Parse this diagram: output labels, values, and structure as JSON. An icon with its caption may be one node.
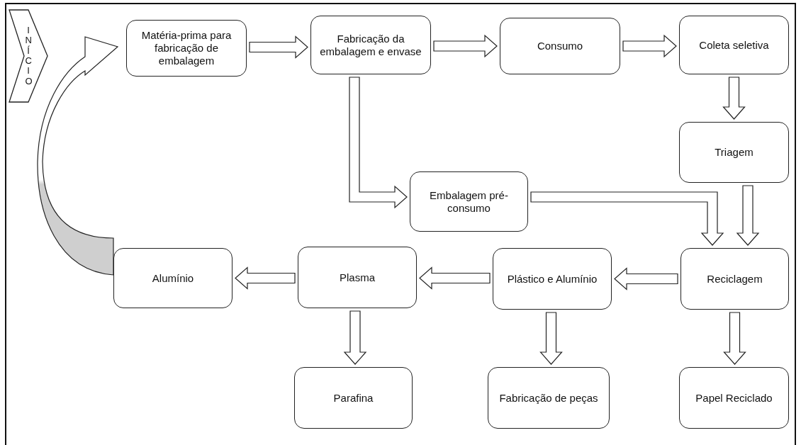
{
  "diagram": {
    "nodes": [
      {
        "text": [
          "INÍCIO"
        ]
      },
      {
        "text": [
          "Matéria-prima para fabricação de embalagem"
        ]
      },
      {
        "text": [
          "Fabricação da embalagem e envase"
        ]
      },
      {
        "text": [
          "Consumo"
        ]
      },
      {
        "text": [
          "Coleta seletiva"
        ]
      },
      {
        "text": [
          "Triagem"
        ]
      },
      {
        "text": [
          "Embalagem pré-consumo"
        ]
      },
      {
        "text": [
          "Reciclagem"
        ]
      },
      {
        "text": [
          "Plástico e Alumínio"
        ]
      },
      {
        "text": [
          "Plasma"
        ]
      },
      {
        "text": [
          "Alumínio"
        ]
      },
      {
        "text": [
          "Parafina"
        ]
      },
      {
        "text": [
          "Fabricação de peças"
        ]
      },
      {
        "text": [
          "Papel Reciclado"
        ]
      }
    ],
    "edges": [
      {
        "from": 1,
        "to": 2,
        "arrow": "to"
      },
      {
        "from": 2,
        "to": 3,
        "arrow": "to"
      },
      {
        "from": 3,
        "to": 4,
        "arrow": "to"
      },
      {
        "from": 4,
        "to": 5,
        "arrow": "to"
      },
      {
        "from": 5,
        "to": 7,
        "arrow": "to"
      },
      {
        "from": 2,
        "to": 6,
        "arrow": "to"
      },
      {
        "from": 6,
        "to": 7,
        "arrow": "to"
      },
      {
        "from": 7,
        "to": 8,
        "arrow": "to"
      },
      {
        "from": 8,
        "to": 9,
        "arrow": "to"
      },
      {
        "from": 9,
        "to": 10,
        "arrow": "to"
      },
      {
        "from": 9,
        "to": 11,
        "arrow": "to"
      },
      {
        "from": 8,
        "to": 12,
        "arrow": "to"
      },
      {
        "from": 7,
        "to": 13,
        "arrow": "to"
      },
      {
        "from": 10,
        "to": 1,
        "arrow": "to"
      }
    ]
  }
}
